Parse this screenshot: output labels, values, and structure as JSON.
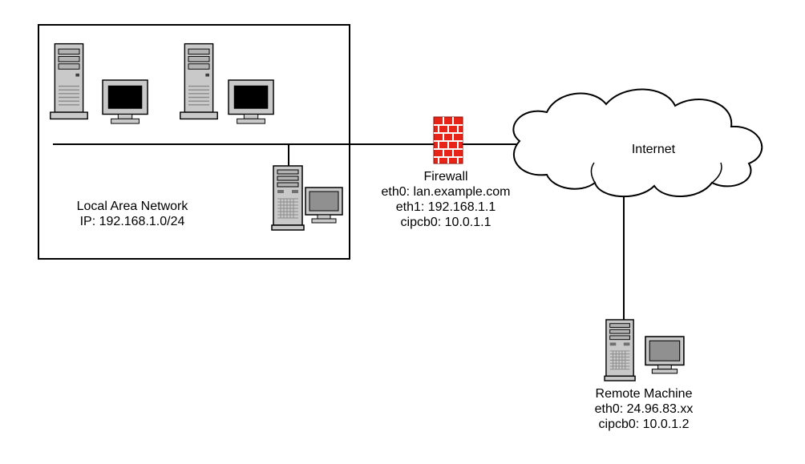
{
  "lan": {
    "label": "Local Area Network",
    "ip": "IP: 192.168.1.0/24"
  },
  "firewall": {
    "title": "Firewall",
    "eth0": "eth0: lan.example.com",
    "eth1": "eth1: 192.168.1.1",
    "cipcb0": "cipcb0: 10.0.1.1"
  },
  "internet": {
    "label": "Internet"
  },
  "remote": {
    "title": "Remote Machine",
    "eth0": "eth0: 24.96.83.xx",
    "cipcb0": "cipcb0: 10.0.1.2"
  },
  "colors": {
    "firewall_brick": "#e82318",
    "mortar": "#ffffff",
    "computer_body": "#c9c9c9",
    "screen_dark": "#000000",
    "screen_gray": "#909090",
    "line": "#000000",
    "background": "#ffffff"
  },
  "icons": {
    "tower": "tower-pc-icon",
    "monitor": "monitor-icon",
    "firewall": "firewall-brick-icon",
    "cloud": "internet-cloud-icon"
  }
}
